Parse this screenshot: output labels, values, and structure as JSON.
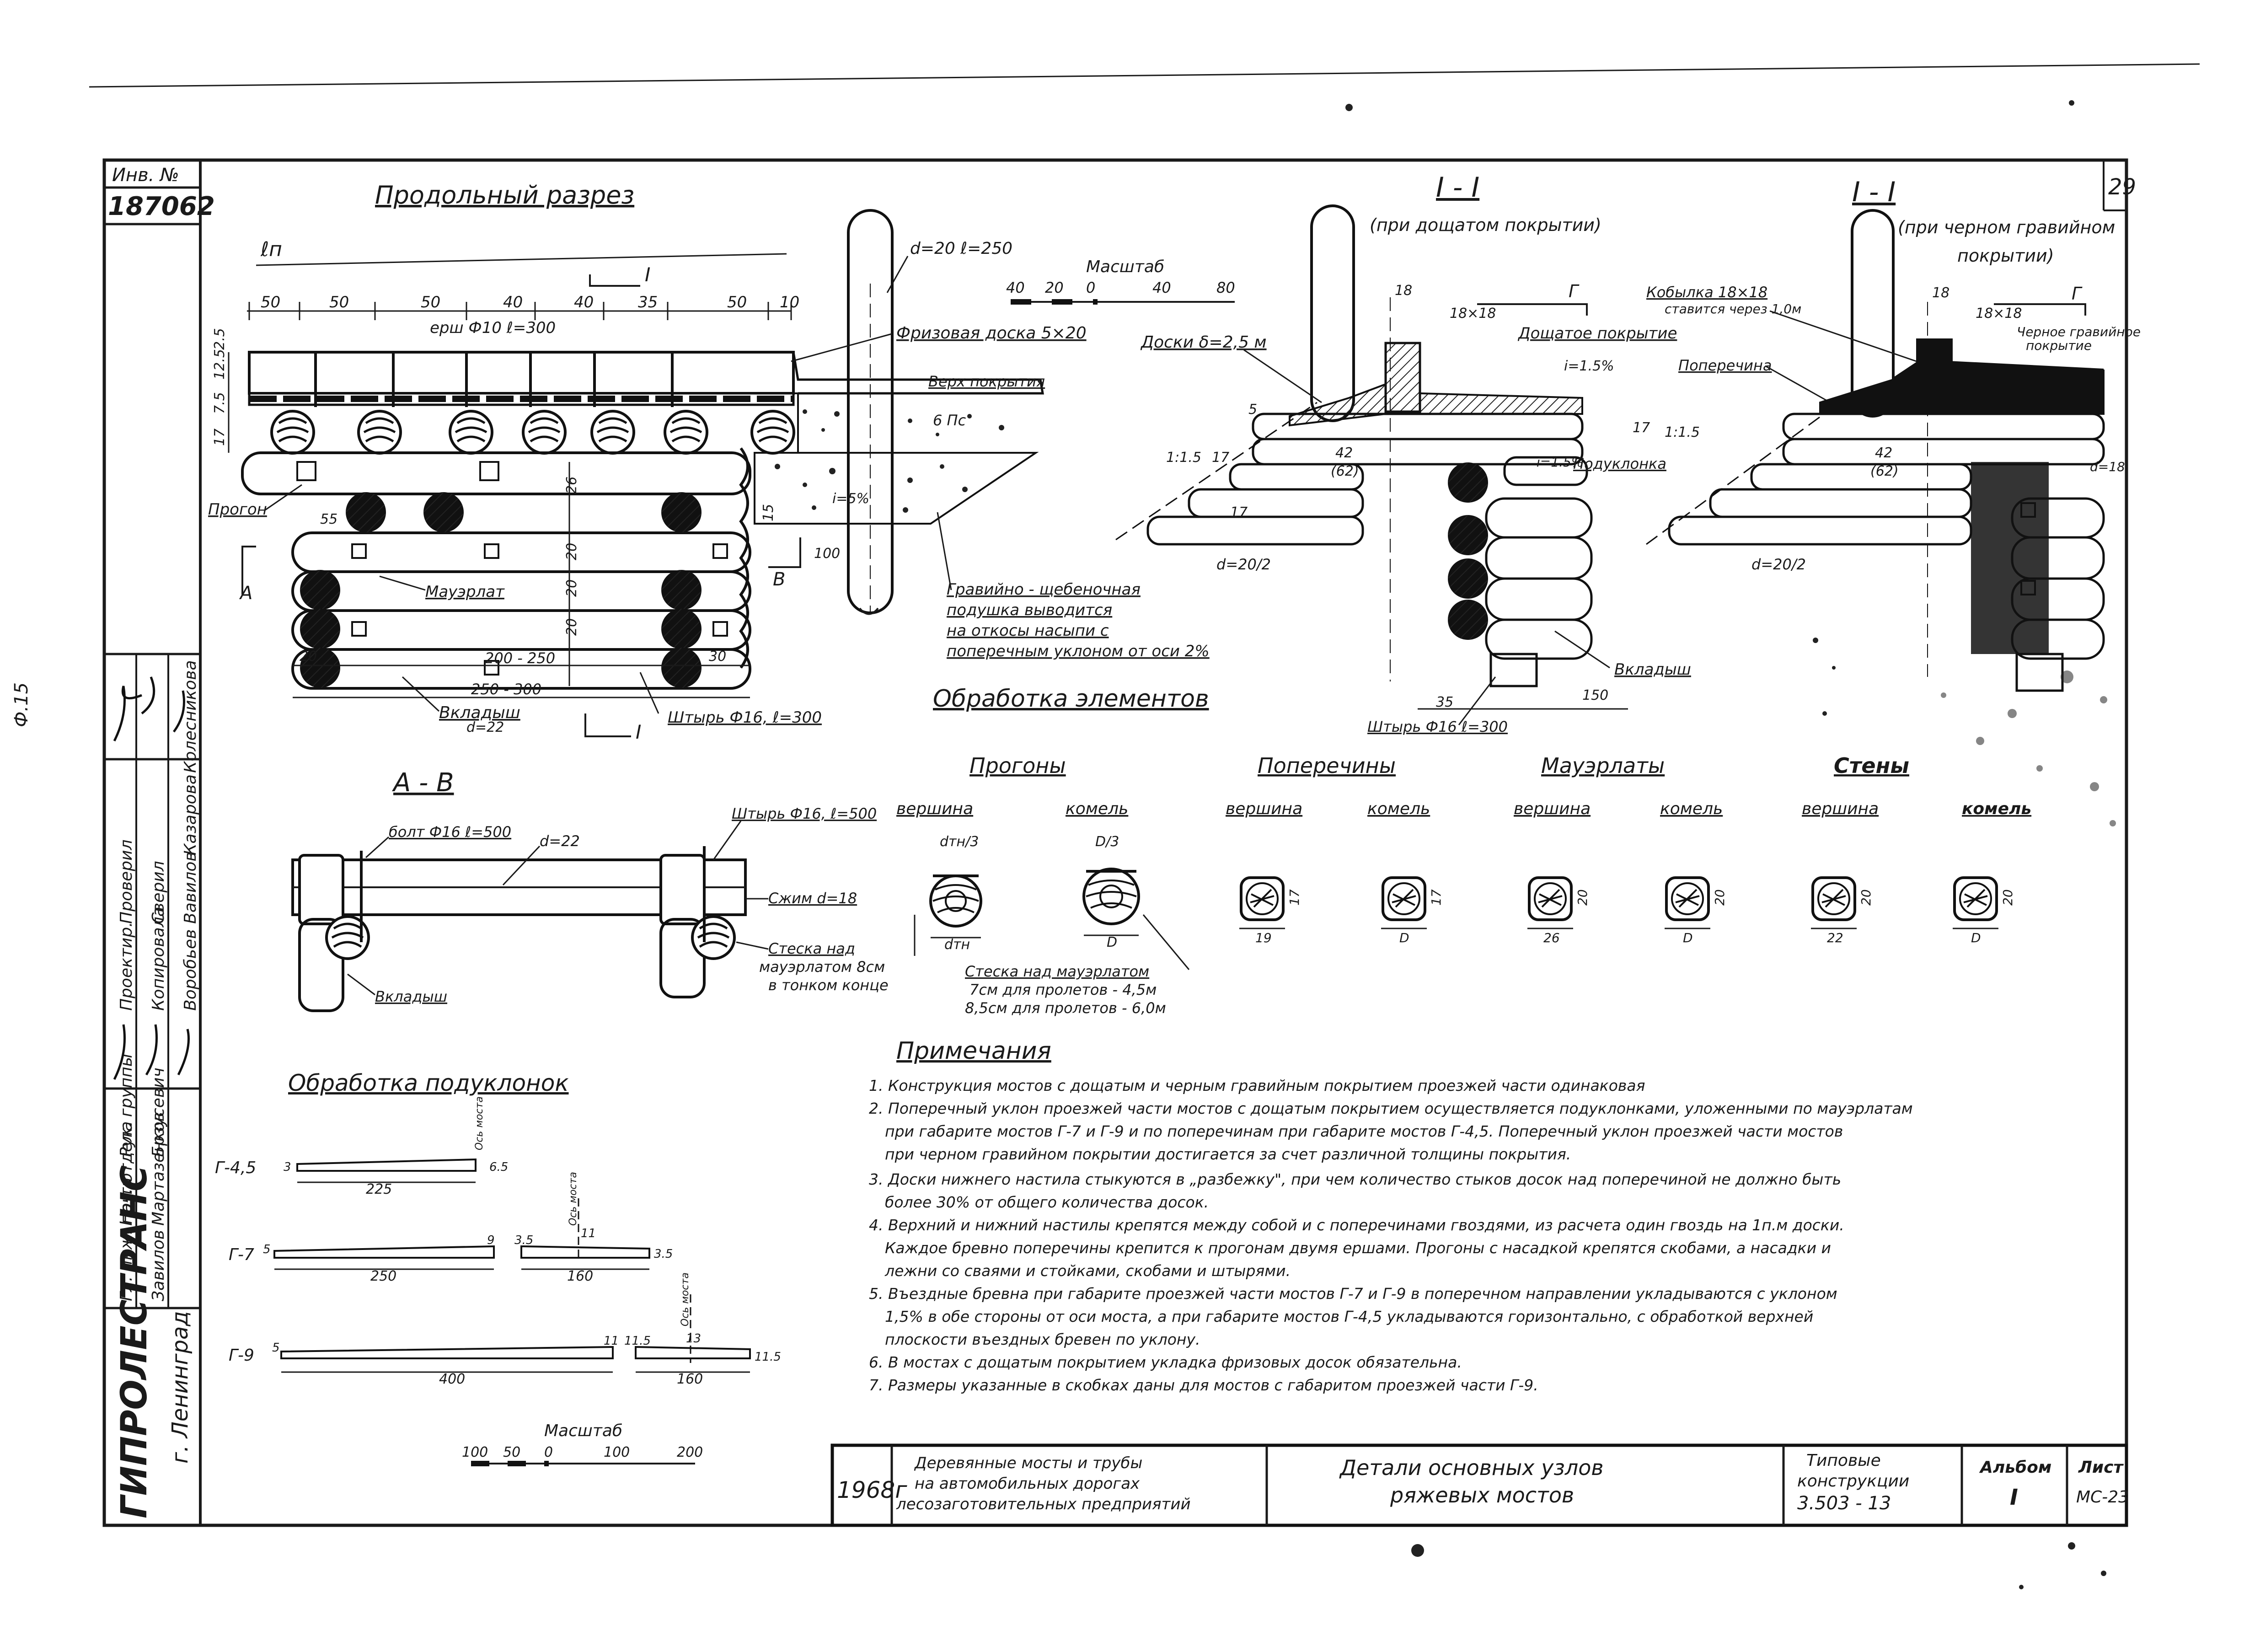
{
  "sheet": {
    "inv_label": "Инв. №",
    "inv_number": "187062",
    "sheet_no": "29",
    "left_margin_mark": "Ф.15"
  },
  "views": {
    "longitudinal": "Продольный разрез",
    "section_a": "I - I",
    "section_a_note": "(при дощатом покрытии)",
    "section_b": "I - I",
    "section_b_note_1": "(при черном гравийном",
    "section_b_note_2": "покрытии)",
    "view_ab": "А - В",
    "processing": "Обработка элементов",
    "podukl": "Обработка подуклонок",
    "notes_title": "Примечания"
  },
  "longitudinal": {
    "ln": "ℓп",
    "dims_top": [
      "50",
      "50",
      "50",
      "40",
      "40",
      "35",
      "50",
      "10"
    ],
    "dims_left": [
      "12.5",
      "17",
      "7.5",
      "2.5"
    ],
    "pile_label": "d=20  ℓ=250",
    "scale_title": "Масштаб",
    "scale_ticks": [
      "40",
      "20",
      "0",
      "40",
      "80"
    ],
    "friz": "Фризовая доска 5×20",
    "verh": "Верх покрытия",
    "gravel": "6 Пс",
    "slope": "i=5%",
    "nail": "ерш Ф10  ℓ=300",
    "progon": "Прогон",
    "mauer": "Мауэрлат",
    "vklad": "Вкладыш",
    "vklad_d": "d=22",
    "pin": "Штырь Ф16, ℓ=300",
    "d250": "250 - 300",
    "d200": "200 - 250",
    "d20": "20",
    "d30": "30",
    "d55": "55",
    "d100": "100",
    "d15": "15",
    "section_mark": "I",
    "mark_a": "А",
    "mark_b": "В",
    "gravel_note": [
      "Гравийно - щебеночная",
      "подушка выводится",
      "на откосы насыпи с",
      "поперечным уклоном от оси 2%"
    ],
    "rows": [
      "26",
      "20",
      "20",
      "20"
    ]
  },
  "section_a": {
    "boards": "Доски δ=2,5 м",
    "plank": "Дощатое покрытие",
    "slope": "i=1.5%",
    "slope2": "i=1.5%",
    "podukl": "Подуклонка",
    "vklad": "Вкладыш",
    "d20": "d=20/2",
    "pin": "Штырь Ф16 ℓ=300",
    "ratio": "1:1.5",
    "d18": "18",
    "d18x18": "18×18",
    "d42": "42",
    "d62": "(62)",
    "d35": "35",
    "d150": "150",
    "g": "Г",
    "h_dims": [
      "5",
      "17",
      "17",
      "17"
    ]
  },
  "section_b": {
    "kobylka": "Кобылка 18×18",
    "kob_sub": "ставится через 1,0м",
    "poper": "Поперечина",
    "gravel": "Черное гравийное",
    "gravel2": "покрытие",
    "slope": "i=1.5%",
    "ratio": "1:1.5",
    "d18": "18",
    "d18x18": "18×18",
    "d42": "42",
    "d62": "(62)",
    "d20": "d=20/2",
    "d18r": "d=18",
    "g": "Г"
  },
  "view_ab": {
    "bolt": "болт Ф16 ℓ=500",
    "d22": "d=22",
    "pin": "Штырь Ф16, ℓ=500",
    "clamp": "Сжим d=18",
    "cut1": [
      "Стеска над",
      "мауэрлатом 8см",
      "в тонком конце"
    ],
    "vklad": "Вкладыш",
    "cut2": [
      "Стеска над мауэрлатом",
      "7см для пролетов - 4,5м",
      "8,5см для пролетов - 6,0м"
    ]
  },
  "processing": {
    "groups": [
      {
        "title": "Прогоны",
        "top": "вершина",
        "butt": "комель",
        "top_dim": "dтн/3",
        "butt_dim": "D/3",
        "top_w": "dтн",
        "butt_w": "D"
      },
      {
        "title": "Поперечины",
        "top": "вершина",
        "butt": "комель",
        "top_w": "19",
        "butt_w": "D",
        "h": "17"
      },
      {
        "title": "Мауэрлаты",
        "top": "вершина",
        "butt": "комель",
        "top_w": "26",
        "butt_w": "D",
        "h": "20"
      },
      {
        "title": "Стены",
        "top": "вершина",
        "butt": "комель",
        "top_w": "22",
        "butt_w": "D",
        "h": "20"
      }
    ]
  },
  "podukl": {
    "rows": [
      {
        "name": "Г-4,5",
        "left": "3",
        "right": "6.5",
        "len": "225",
        "axis": "Ось моста"
      },
      {
        "name": "Г-7",
        "left": "5",
        "mid": "9",
        "mid2": "3.5",
        "right2": "11",
        "end": "3.5",
        "len": "250",
        "len2": "160",
        "axis": "Ось моста"
      },
      {
        "name": "Г-9",
        "left": "5",
        "mid": "11",
        "mid2": "11.5",
        "right2": "13",
        "end": "11.5",
        "len": "400",
        "len2": "160",
        "axis": "Ось моста"
      }
    ],
    "scale_title": "Масштаб",
    "scale_ticks": [
      "100",
      "50",
      "0",
      "100",
      "200"
    ]
  },
  "notes": [
    "1. Конструкция мостов с дощатым и черным гравийным покрытием проезжей части одинаковая",
    "2. Поперечный уклон проезжей части мостов с дощатым покрытием осуществляется подуклонками, уложенными по мауэрлатам",
    "при габарите мостов Г-7 и Г-9 и по поперечинам при габарите мостов Г-4,5. Поперечный уклон проезжей части мостов",
    "при черном гравийном покрытии достигается за счет различной толщины покрытия.",
    "3. Доски нижнего настила стыкуются в „разбежку\", при чем количество стыков досок над поперечиной не должно быть",
    "более 30% от общего количества досок.",
    "4. Верхний и нижний настилы крепятся между собой и с поперечинами гвоздями, из расчета один гвоздь на 1п.м доски.",
    "Каждое бревно поперечины крепится к прогонам двумя ершами. Прогоны с насадкой крепятся скобами, а насадки и",
    "лежни со сваями и стойками, скобами и штырями.",
    "5. Въездные бревна при габарите проезжей части мостов Г-7 и Г-9 в поперечном направлении укладываются с уклоном",
    "1,5% в обе стороны от оси моста, а при габарите мостов Г-4,5 укладываются горизонтально, с обработкой верхней",
    "плоскости въездных бревен по уклону.",
    "6. В мостах с дощатым покрытием укладка фризовых досок обязательна.",
    "7. Размеры указанные в скобках даны для мостов с габаритом проезжей части Г-9."
  ],
  "side_stamp": {
    "org": "ГИПРОЛЕСТРАНС",
    "city": "г. Ленинград",
    "roles": [
      "Гл. инж. пр-та",
      "Нач. отдела",
      "Рук. группы",
      "Проектир.",
      "Проверил",
      "Копировала",
      "Сверил"
    ],
    "names": [
      "Завилов",
      "Мартазенков",
      "Брзусевич",
      "Воробьев",
      "Вавилов",
      "Казарова",
      "Колесникова"
    ]
  },
  "title_block": {
    "year": "1968г",
    "project": [
      "Деревянные мосты и трубы",
      "на автомобильных дорогах",
      "лесозаготовительных предприятий"
    ],
    "title": [
      "Детали основных узлов",
      "ряжевых мостов"
    ],
    "series_label": [
      "Типовые",
      "конструкции"
    ],
    "series": "3.503 - 13",
    "album_label": "Альбом",
    "album": "I",
    "list_label": "Лист",
    "list": "МС-23"
  }
}
